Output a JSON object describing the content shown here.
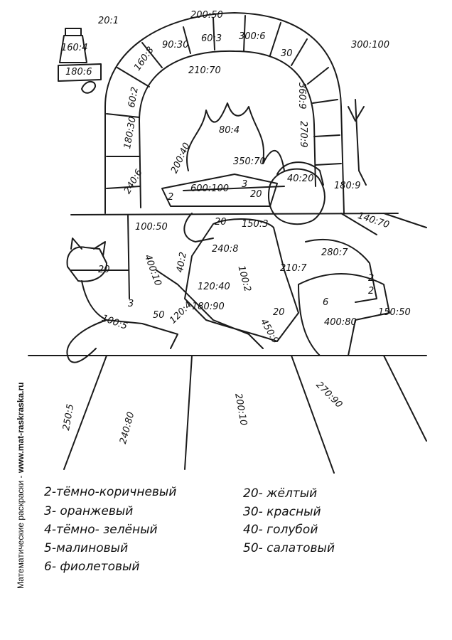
{
  "credit": {
    "text": "Математические раскраски - ",
    "url": "www.mat-raskraska.ru"
  },
  "expressions": {
    "e1": "20:1",
    "e2": "200:50",
    "e3": "300:100",
    "e4": "160:4",
    "e5": "180:6",
    "e6": "90:30",
    "e7": "60:3",
    "e8": "300:6",
    "e9": "30",
    "e10": "160:8",
    "e11": "210:70",
    "e12": "360:9",
    "e13": "60:2",
    "e14": "80:4",
    "e15": "270:9",
    "e16": "180:30",
    "e17": "200:40",
    "e18": "350:70",
    "e19": "40:20",
    "e20": "180:9",
    "e21": "240:6",
    "e22": "600:100",
    "e23": "3",
    "e24": "2",
    "e25": "20",
    "e26": "140:70",
    "e27": "100:50",
    "e28": "150:3",
    "e29": "20",
    "e30": "240:8",
    "e31": "280:7",
    "e32": "210:7",
    "e33": "400:10",
    "e34": "40:2",
    "e35": "120:40",
    "e36": "100:2",
    "e37": "2",
    "e38": "2",
    "e39": "180:90",
    "e40": "20",
    "e41": "6",
    "e42": "3",
    "e43": "50",
    "e44": "150:50",
    "e45": "400:80",
    "e46": "100:5",
    "e47": "120:4",
    "e48": "450:9",
    "e49": "20",
    "e50": "270:90",
    "e51": "250:5",
    "e52": "200:10",
    "e53": "240:80"
  },
  "legend": {
    "left": [
      "2-тёмно-коричневый",
      "3- оранжевый",
      "4-тёмно- зелёный",
      "5-малиновый",
      "6- фиолетовый"
    ],
    "right": [
      "20- жёлтый",
      "30- красный",
      "40- голубой",
      "50- салатовый"
    ]
  }
}
